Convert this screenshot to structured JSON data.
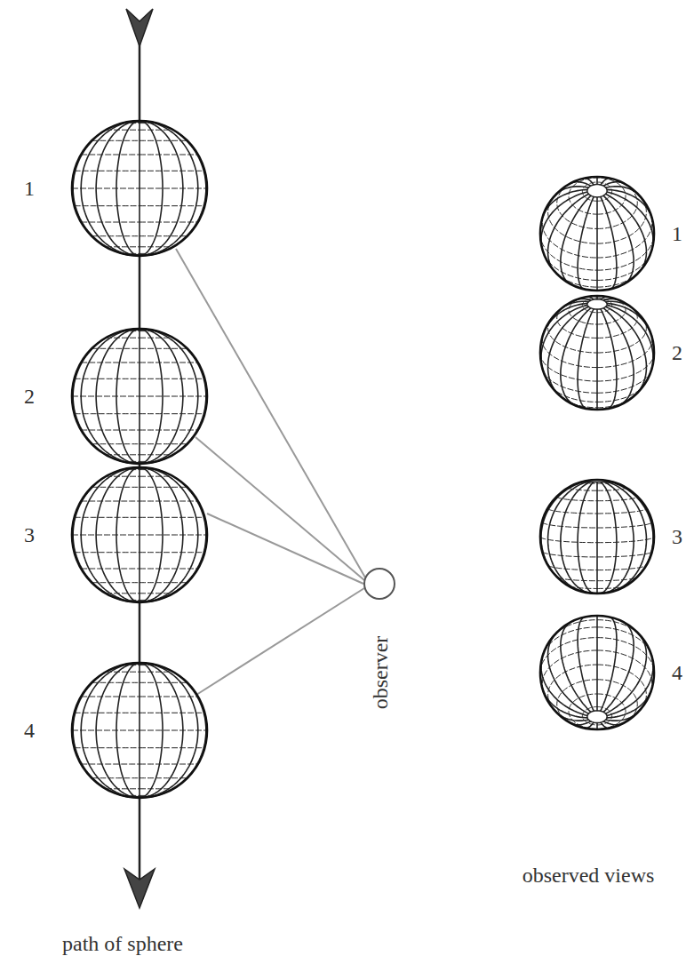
{
  "diagram": {
    "labels": [
      "1",
      "2",
      "3",
      "4",
      "observer",
      "1",
      "2",
      "3",
      "4",
      "observed views",
      "path of sphere"
    ]
  }
}
